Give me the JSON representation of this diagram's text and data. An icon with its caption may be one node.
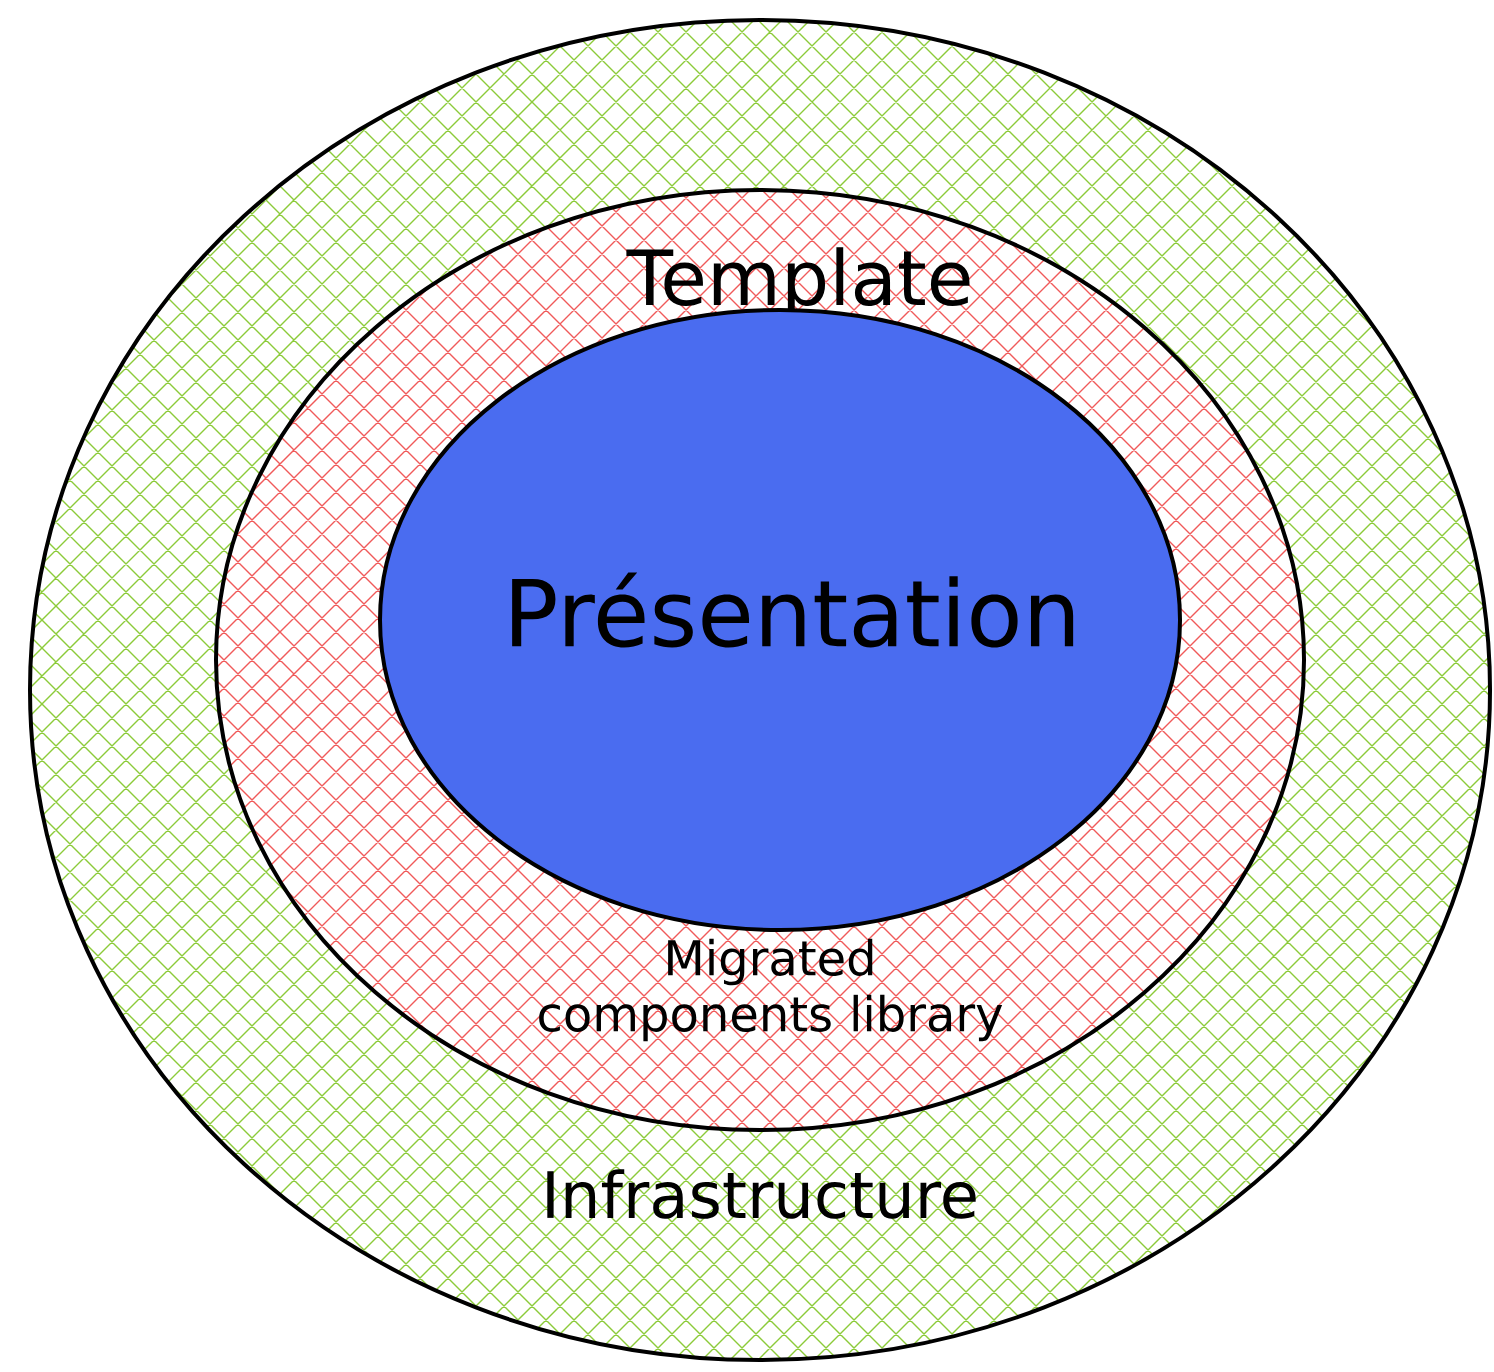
{
  "diagram": {
    "nodes": [
      {
        "text": [
          "Infrastructure"
        ]
      },
      {
        "text": [
          "Template",
          "Migrated components library"
        ],
        "in": 0
      },
      {
        "text": [
          "Présentation"
        ],
        "in": 1
      }
    ]
  }
}
